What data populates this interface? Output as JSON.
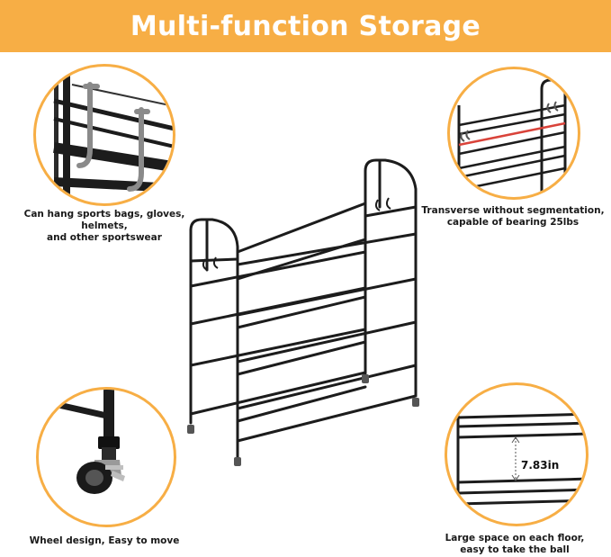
{
  "banner": {
    "title": "Multi-function Storage",
    "color": "#f7ae45",
    "text_color": "#ffffff"
  },
  "features": {
    "hang": {
      "line1": "Can hang sports bags, gloves, helmets,",
      "line2": "and other sportswear",
      "icon": "hook-icon"
    },
    "transverse": {
      "line1": "Transverse without segmentation,",
      "line2": "capable of bearing 25lbs",
      "icon": "shelf-bar-icon"
    },
    "wheel": {
      "line1": "Wheel design, Easy to move",
      "icon": "caster-wheel-icon"
    },
    "space": {
      "line1": "Large space on each floor,",
      "line2": "easy to take the ball",
      "measure": "7.83in",
      "icon": "height-measure-icon"
    }
  },
  "colors": {
    "rack": "#1c1c1c",
    "accent_line": "#d9433a",
    "circle_border": "#f7ae45"
  }
}
